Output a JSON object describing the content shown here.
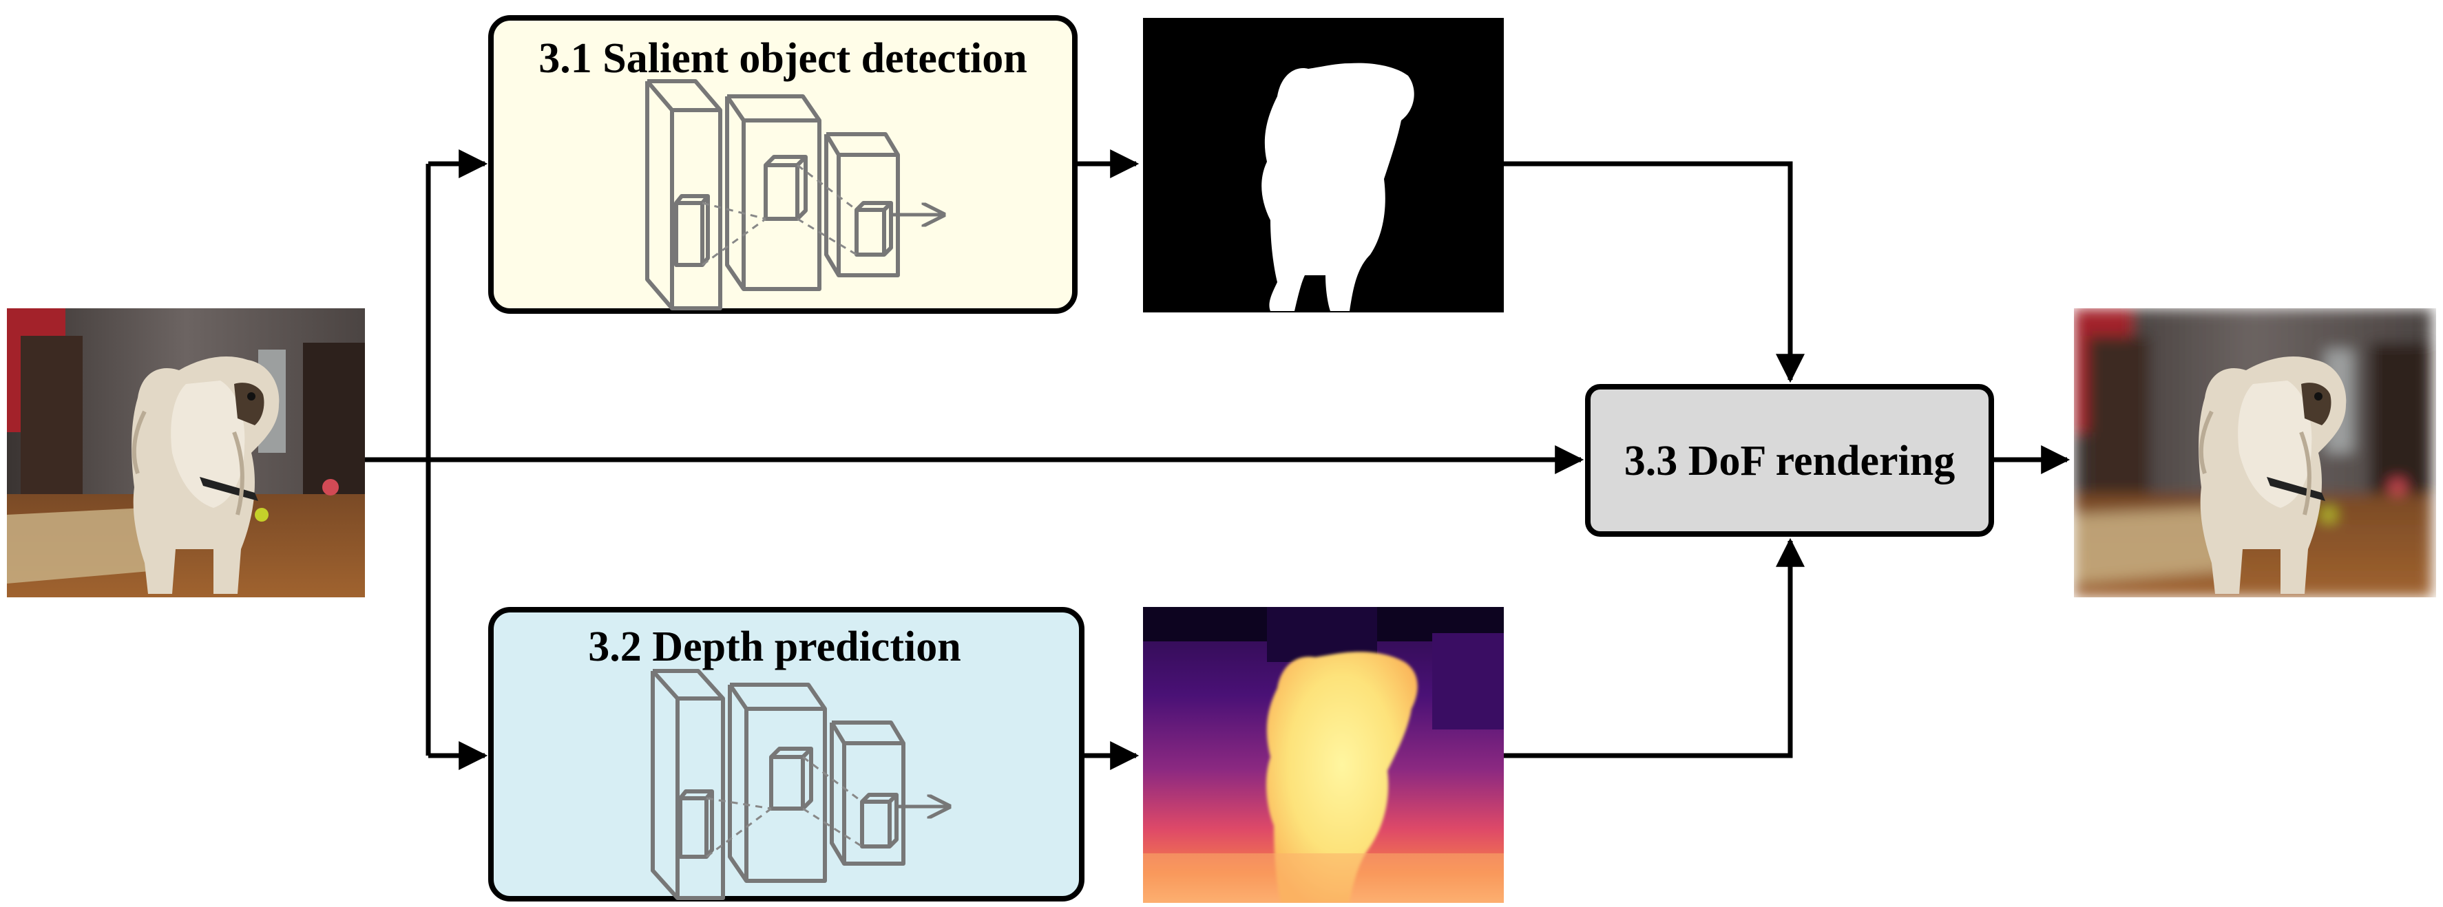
{
  "modules": {
    "salient": {
      "title": "3.1 Salient object detection",
      "fill": "#fffde8"
    },
    "depth": {
      "title": "3.2 Depth prediction",
      "fill": "#d7eef4"
    },
    "render": {
      "title": "3.3 DoF rendering",
      "fill": "#d9d9d9"
    }
  },
  "images": {
    "input": "photo of a small shaggy dog on a wooden floor",
    "saliency_map": "black and white saliency mask of the dog",
    "depth_map": "depth map in magma colormap",
    "output": "dog photo with blurred background"
  },
  "colors": {
    "stroke": "#000000",
    "network": "#777777"
  }
}
